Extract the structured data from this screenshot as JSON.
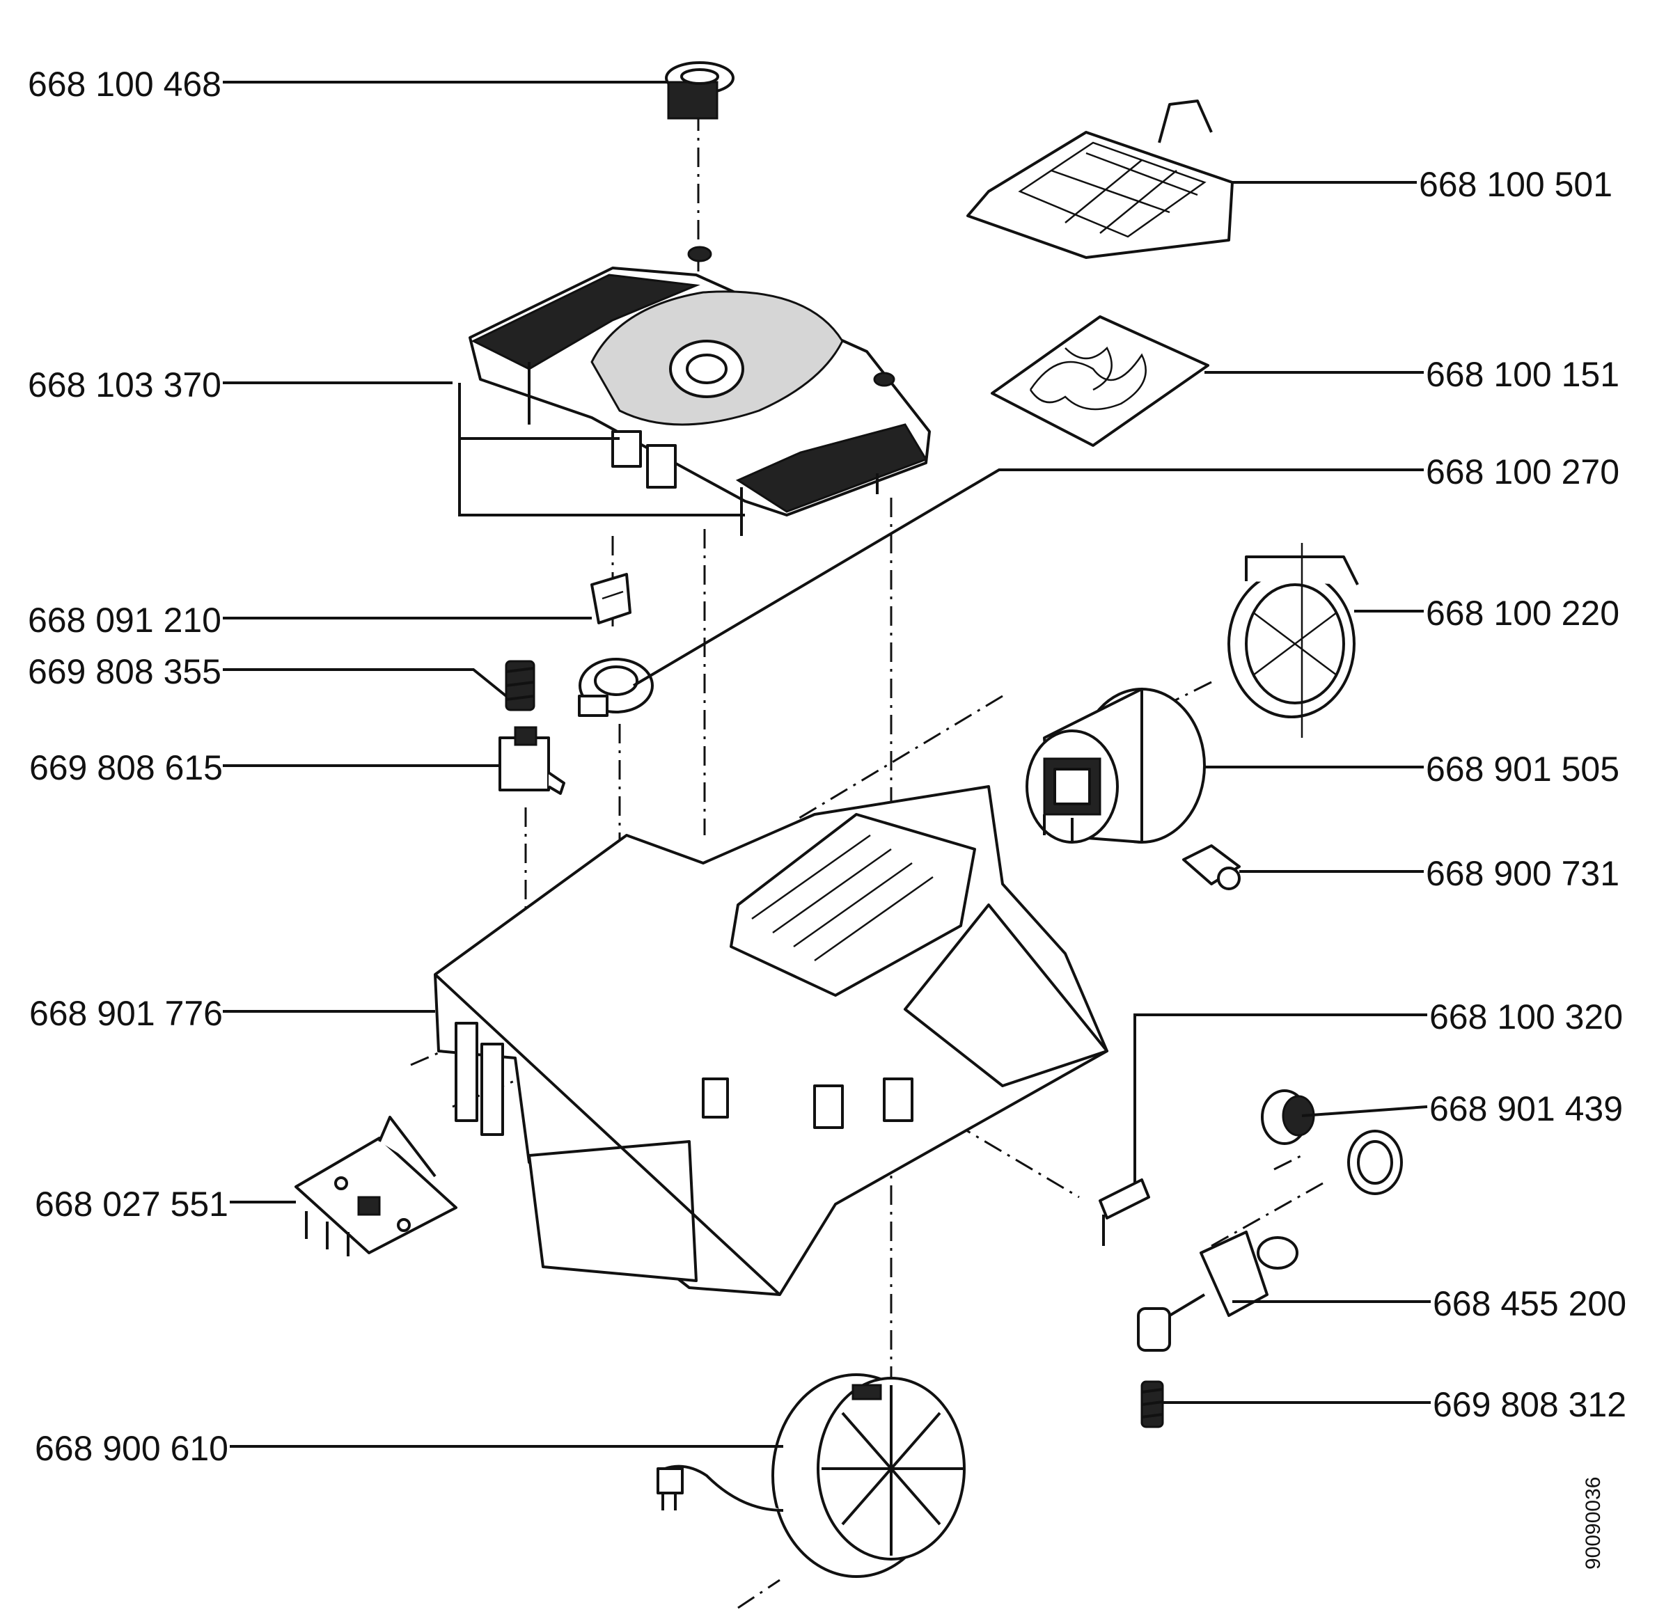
{
  "labels": {
    "p01": "668 100 468",
    "p02": "668 103 370",
    "p03": "668 091 210",
    "p04": "669 808 355",
    "p05": "669 808 615",
    "p06": "668 901 776",
    "p07": "668 027 551",
    "p08": "668 900 610",
    "p09": "668 100 501",
    "p10": "668 100 151",
    "p11": "668 100 270",
    "p12": "668 100 220",
    "p13": "668 901 505",
    "p14": "668 900 731",
    "p15": "668 100 320",
    "p16": "668 901 439",
    "p17": "668 455 200",
    "p18": "669 808 312"
  },
  "drawing_reference": "90090036"
}
